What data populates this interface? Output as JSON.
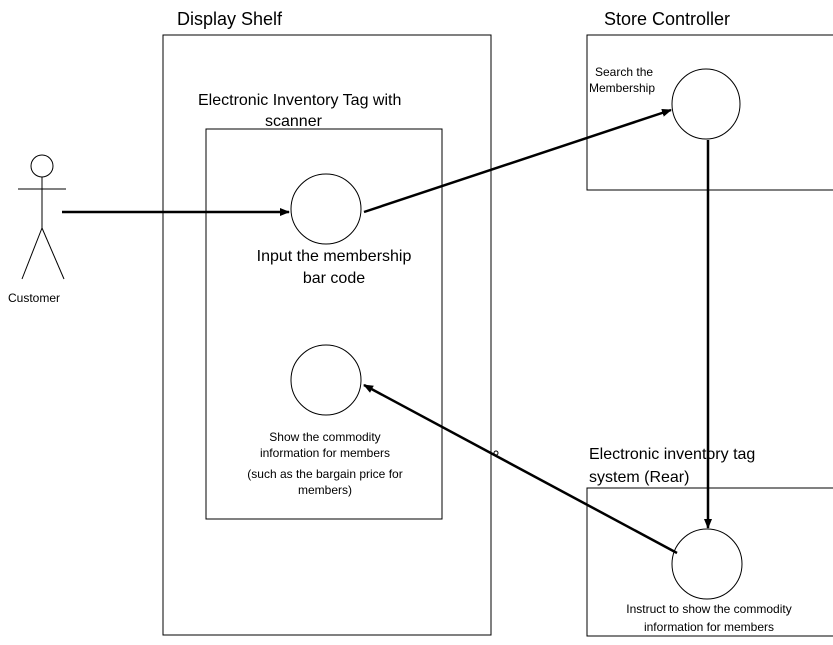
{
  "boundaries": {
    "display_shelf": "Display Shelf",
    "store_controller": "Store Controller",
    "electronic_tag": {
      "line1": "Electronic Inventory Tag with",
      "line2": "scanner"
    },
    "rear_system": {
      "line1": "Electronic inventory tag",
      "line2": "system (Rear)"
    }
  },
  "actor": {
    "label": "Customer"
  },
  "use_cases": {
    "input_barcode": {
      "line1": "Input the membership",
      "line2": "bar code"
    },
    "search_membership": {
      "line1": "Search the",
      "line2": "Membership"
    },
    "show_info": {
      "line1": "Show the commodity",
      "line2": "information for members",
      "line3": "(such as the bargain price for",
      "line4": "members)"
    },
    "instruct_show": {
      "line1": "Instruct to show the commodity",
      "line2": "information for members"
    }
  }
}
